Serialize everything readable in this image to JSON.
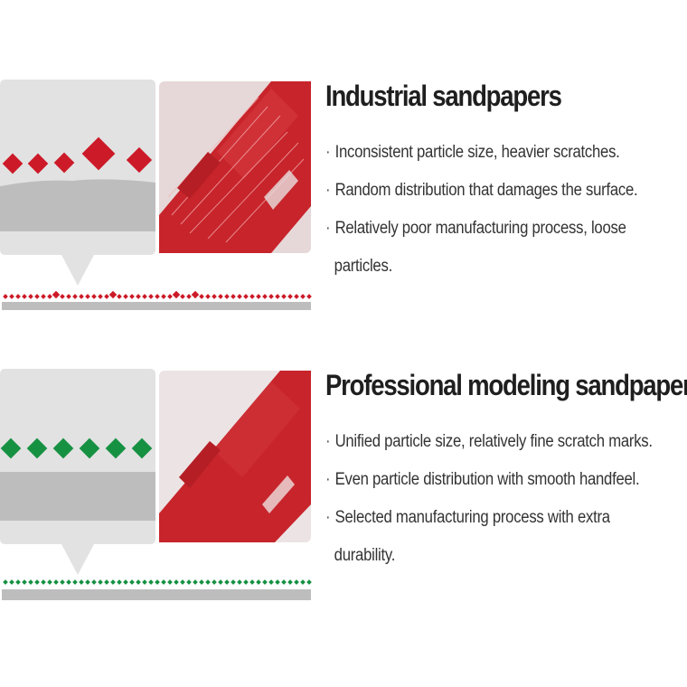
{
  "colors": {
    "industrial_accent": "#cc1a28",
    "professional_accent": "#169142",
    "panel_gray": "#e2e2e2",
    "surface_gray": "#bdbdbd",
    "plastic_red": "#c8242b"
  },
  "sections": [
    {
      "title": "Industrial sandpapers",
      "bullet_symbol": "·",
      "bullets": [
        "Inconsistent particle size, heavier scratches.",
        "Random distribution that damages the surface.",
        "Relatively poor manufacturing process, loose"
      ],
      "bullet_continuations": [
        "particles."
      ],
      "photo_label": "scratched red plastic part"
    },
    {
      "title": "Professional modeling sandpapers",
      "bullet_symbol": "·",
      "bullets": [
        "Unified particle size, relatively fine scratch marks.",
        "Even particle distribution with smooth handfeel.",
        "Selected manufacturing process with extra"
      ],
      "bullet_continuations": [
        "durability."
      ],
      "photo_label": "smooth red plastic part"
    }
  ]
}
